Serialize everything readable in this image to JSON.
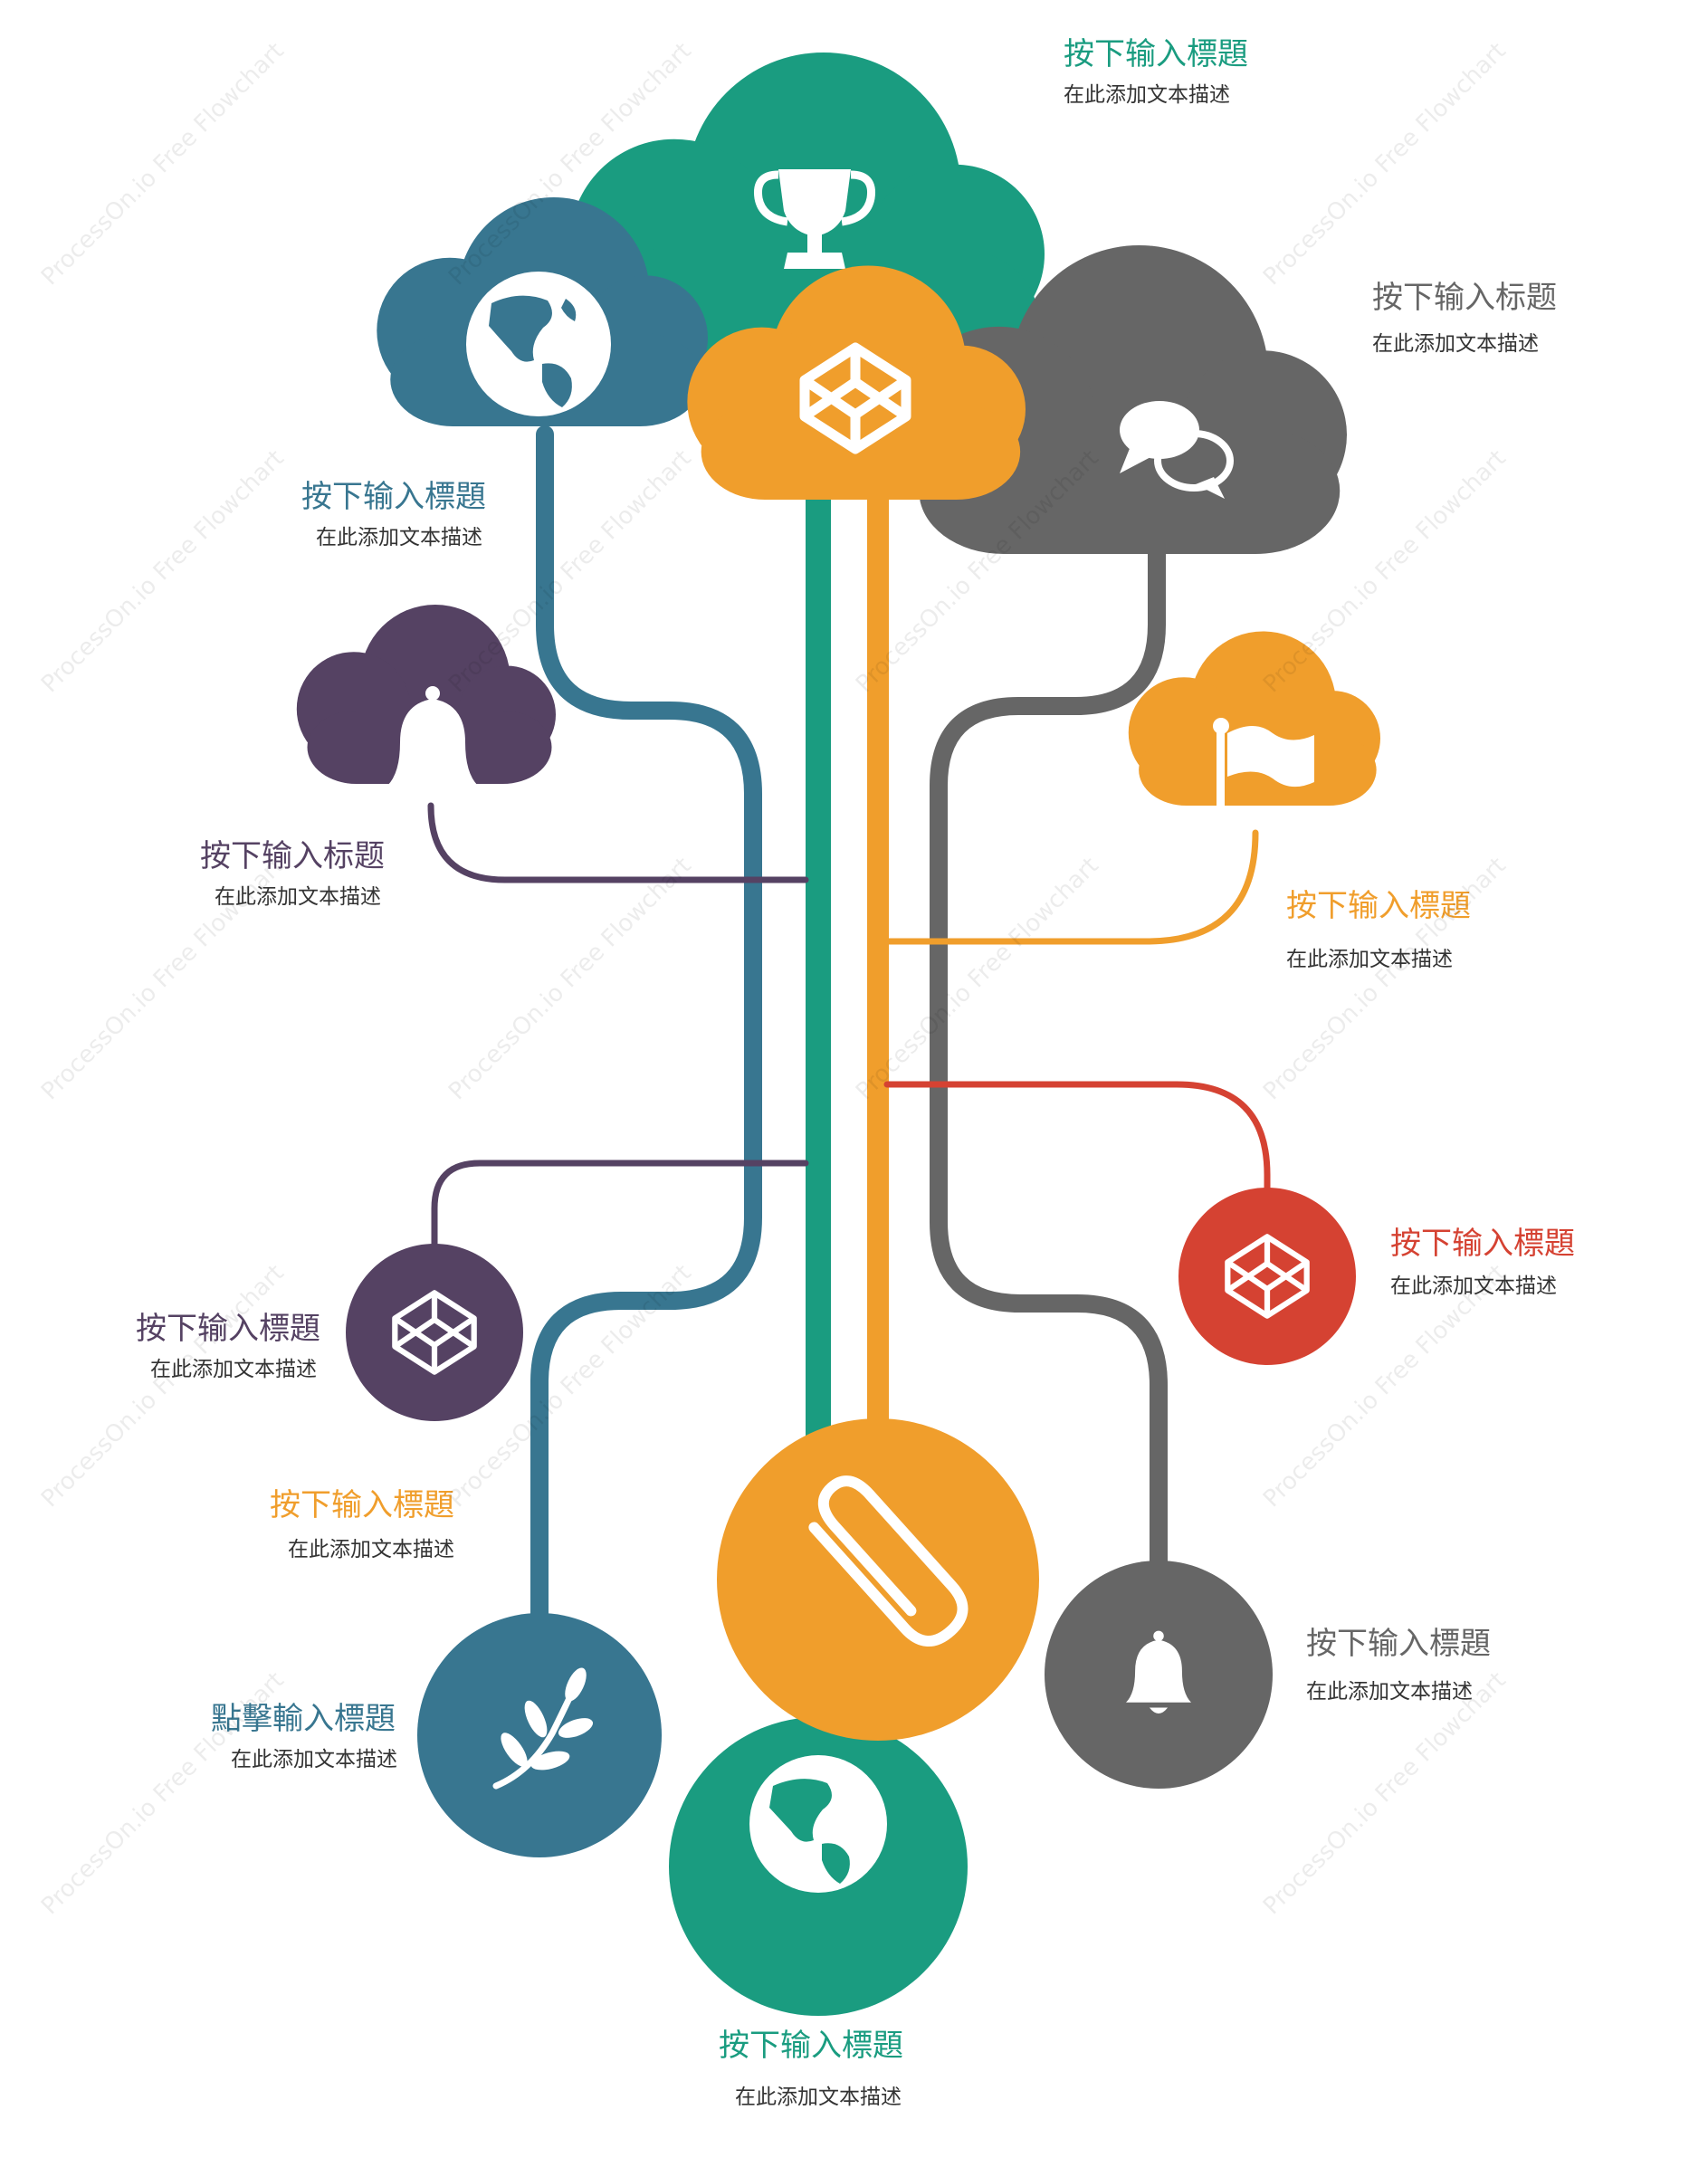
{
  "watermark": "ProcessOn.io Free Flowchart",
  "colors": {
    "teal": "#1a9c80",
    "blue": "#387690",
    "orange": "#f09e2c",
    "gray": "#666666",
    "purple": "#554263",
    "red": "#d54232"
  },
  "nodes": [
    {
      "id": "trophy-cloud",
      "shape": "cloud",
      "color": "teal",
      "icon": "trophy-icon",
      "title": "按下输入標題",
      "desc": "在此添加文本描述"
    },
    {
      "id": "globe-cloud",
      "shape": "cloud",
      "color": "blue",
      "icon": "globe-icon",
      "title": "按下输入標題",
      "desc": "在此添加文本描述"
    },
    {
      "id": "box-cloud",
      "shape": "cloud",
      "color": "orange",
      "icon": "codepen-icon",
      "title": "",
      "desc": ""
    },
    {
      "id": "chat-cloud",
      "shape": "cloud",
      "color": "gray",
      "icon": "chat-bubbles-icon",
      "title": "按下输入标题",
      "desc": "在此添加文本描述"
    },
    {
      "id": "bell-cloud",
      "shape": "cloud",
      "color": "purple",
      "icon": "bell-icon",
      "title": "按下输入标题",
      "desc": "在此添加文本描述"
    },
    {
      "id": "flag-cloud",
      "shape": "cloud",
      "color": "orange",
      "icon": "flag-icon",
      "title": "按下输入標題",
      "desc": "在此添加文本描述"
    },
    {
      "id": "red-box-circle",
      "shape": "circle",
      "color": "red",
      "icon": "codepen-icon",
      "title": "按下输入標題",
      "desc": "在此添加文本描述"
    },
    {
      "id": "purple-box-circle",
      "shape": "circle",
      "color": "purple",
      "icon": "codepen-icon",
      "title": "按下输入標題",
      "desc": "在此添加文本描述"
    },
    {
      "id": "paperclip-circle",
      "shape": "circle",
      "color": "orange",
      "icon": "paperclip-icon",
      "title": "按下输入標題",
      "desc": "在此添加文本描述"
    },
    {
      "id": "leaf-circle",
      "shape": "circle",
      "color": "blue",
      "icon": "leaf-icon",
      "title": "點擊輸入標題",
      "desc": "在此添加文本描述"
    },
    {
      "id": "gray-bell-circle",
      "shape": "circle",
      "color": "gray",
      "icon": "bell-icon",
      "title": "按下输入標題",
      "desc": "在此添加文本描述"
    },
    {
      "id": "globe-circle",
      "shape": "circle",
      "color": "teal",
      "icon": "globe-icon",
      "title": "按下输入標題",
      "desc": "在此添加文本描述"
    }
  ]
}
